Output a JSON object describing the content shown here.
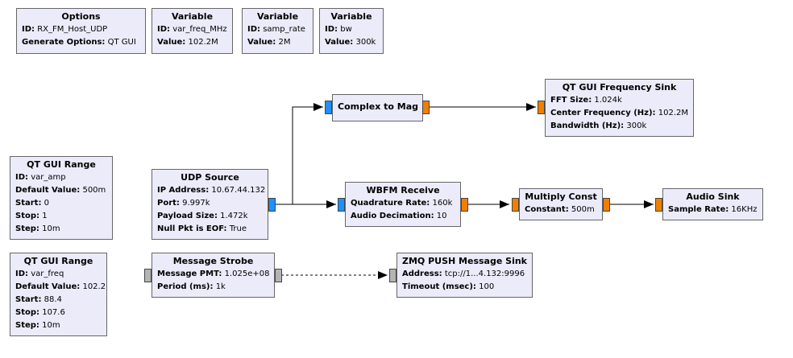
{
  "blocks": {
    "options": {
      "title": "Options",
      "rows": [
        {
          "k": "ID:",
          "v": "RX_FM_Host_UDP"
        },
        {
          "k": "Generate Options:",
          "v": "QT GUI"
        }
      ]
    },
    "var_freq_mhz": {
      "title": "Variable",
      "rows": [
        {
          "k": "ID:",
          "v": "var_freq_MHz"
        },
        {
          "k": "Value:",
          "v": "102.2M"
        }
      ]
    },
    "samp_rate": {
      "title": "Variable",
      "rows": [
        {
          "k": "ID:",
          "v": "samp_rate"
        },
        {
          "k": "Value:",
          "v": "2M"
        }
      ]
    },
    "bw": {
      "title": "Variable",
      "rows": [
        {
          "k": "ID:",
          "v": "bw"
        },
        {
          "k": "Value:",
          "v": "300k"
        }
      ]
    },
    "complex_to_mag": {
      "title": "Complex to Mag",
      "rows": []
    },
    "freq_sink": {
      "title": "QT GUI Frequency Sink",
      "rows": [
        {
          "k": "FFT Size:",
          "v": "1.024k"
        },
        {
          "k": "Center Frequency (Hz):",
          "v": "102.2M"
        },
        {
          "k": "Bandwidth (Hz):",
          "v": "300k"
        }
      ]
    },
    "range_amp": {
      "title": "QT GUI Range",
      "rows": [
        {
          "k": "ID:",
          "v": "var_amp"
        },
        {
          "k": "Default Value:",
          "v": "500m"
        },
        {
          "k": "Start:",
          "v": "0"
        },
        {
          "k": "Stop:",
          "v": "1"
        },
        {
          "k": "Step:",
          "v": "10m"
        }
      ]
    },
    "udp_source": {
      "title": "UDP Source",
      "rows": [
        {
          "k": "IP Address:",
          "v": "10.67.44.132"
        },
        {
          "k": "Port:",
          "v": "9.997k"
        },
        {
          "k": "Payload Size:",
          "v": "1.472k"
        },
        {
          "k": "Null Pkt is EOF:",
          "v": "True"
        }
      ]
    },
    "wbfm": {
      "title": "WBFM Receive",
      "rows": [
        {
          "k": "Quadrature Rate:",
          "v": "160k"
        },
        {
          "k": "Audio Decimation:",
          "v": "10"
        }
      ]
    },
    "multiply_const": {
      "title": "Multiply Const",
      "rows": [
        {
          "k": "Constant:",
          "v": "500m"
        }
      ]
    },
    "audio_sink": {
      "title": "Audio Sink",
      "rows": [
        {
          "k": "Sample Rate:",
          "v": "16KHz"
        }
      ]
    },
    "range_freq": {
      "title": "QT GUI Range",
      "rows": [
        {
          "k": "ID:",
          "v": "var_freq"
        },
        {
          "k": "Default Value:",
          "v": "102.2"
        },
        {
          "k": "Start:",
          "v": "88.4"
        },
        {
          "k": "Stop:",
          "v": "107.6"
        },
        {
          "k": "Step:",
          "v": "10m"
        }
      ]
    },
    "msg_strobe": {
      "title": "Message Strobe",
      "rows": [
        {
          "k": "Message PMT:",
          "v": "1.025e+08"
        },
        {
          "k": "Period (ms):",
          "v": "1k"
        }
      ]
    },
    "zmq_sink": {
      "title": "ZMQ PUSH Message Sink",
      "rows": [
        {
          "k": "Address:",
          "v": "tcp://1...4.132:9996"
        },
        {
          "k": "Timeout (msec):",
          "v": "100"
        }
      ]
    }
  },
  "colors": {
    "stream_port": "#1e90ff",
    "float_port": "#f07f00",
    "message_port": "#b4b4b4",
    "block_fill": "#ecebfa"
  }
}
